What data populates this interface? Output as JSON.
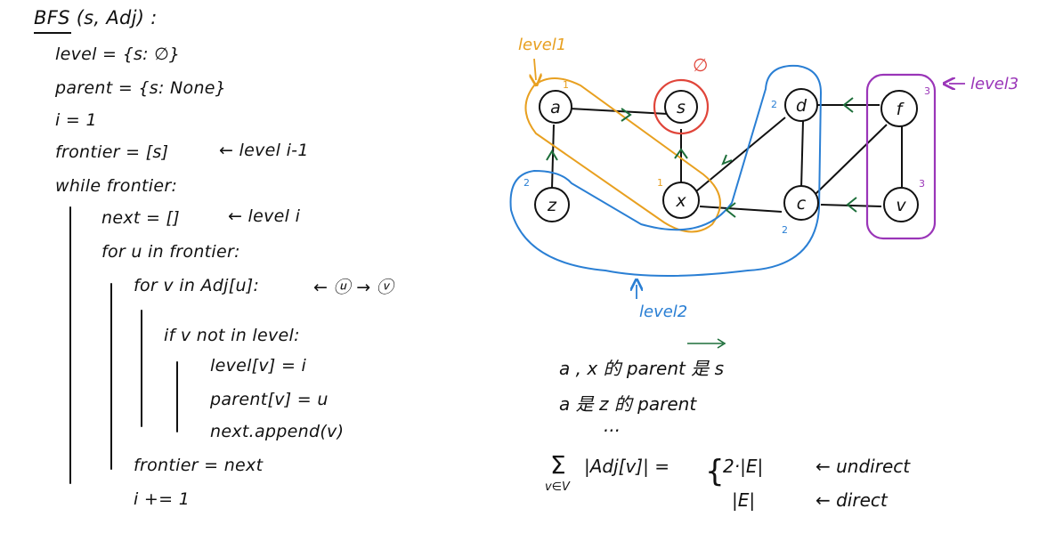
{
  "pseudocode": {
    "title": "BFS (s, Adj) :",
    "lines": [
      "level = {s: ∅}",
      "parent = {s: None}",
      "i = 1",
      "frontier = [s]",
      "while frontier:",
      "next = []",
      "for u in frontier:",
      "for v in Adj[u]:",
      "if v not in level:",
      "level[v] = i",
      "parent[v] = u",
      "next.append(v)",
      "frontier = next",
      "i += 1"
    ],
    "annotations": {
      "frontier": "← level i-1",
      "next": "← level i",
      "edge": "← ⓤ → ⓥ"
    }
  },
  "graph": {
    "nodes": [
      {
        "id": "a",
        "label": "a"
      },
      {
        "id": "s",
        "label": "s"
      },
      {
        "id": "d",
        "label": "d"
      },
      {
        "id": "f",
        "label": "f"
      },
      {
        "id": "z",
        "label": "z"
      },
      {
        "id": "x",
        "label": "x"
      },
      {
        "id": "c",
        "label": "c"
      },
      {
        "id": "v",
        "label": "v"
      }
    ],
    "level_marks": {
      "a": "1",
      "x": "1",
      "d": "2",
      "z": "2",
      "c": "2",
      "f": "3",
      "v": "3"
    },
    "labels": {
      "level1": "level1",
      "level2": "level2",
      "level3": "level3",
      "empty_set": "∅"
    },
    "colors": {
      "level0": "#e0453a",
      "level1": "#e8a020",
      "level2": "#2a7fd4",
      "level3": "#9a35b8",
      "arrow": "#1d6e3a",
      "ink": "#111111"
    }
  },
  "notes": {
    "line1": "a , x 的 parent 是 s",
    "line2": "a 是 z 的 parent",
    "ellipsis": "...",
    "sum_symbol": "Σ",
    "sum_sub": "v∈V",
    "sum_expr": "|Adj[v]| =",
    "case1": "2·|E|",
    "case1_note": "← undirect",
    "case2": "|E|",
    "case2_note": "← direct"
  }
}
